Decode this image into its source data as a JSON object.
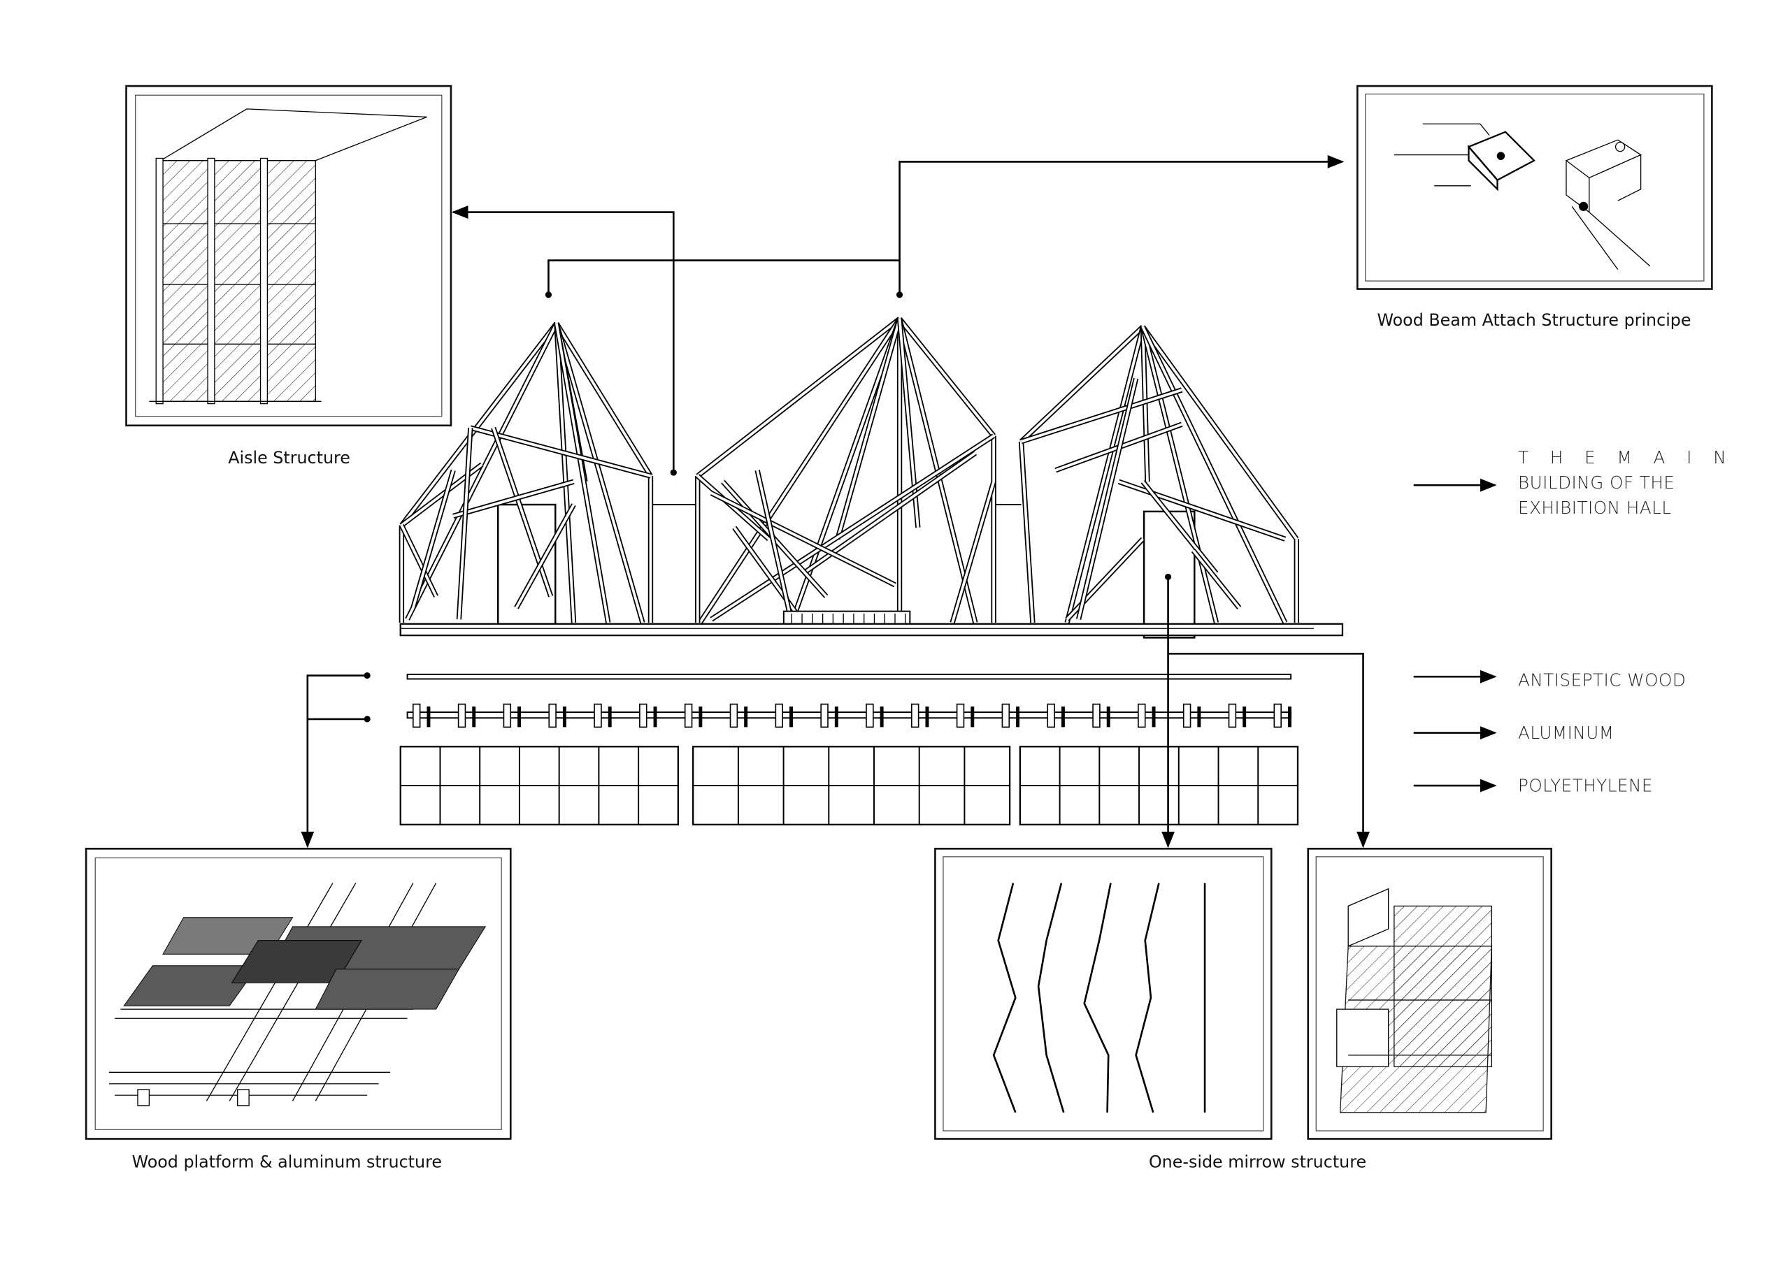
{
  "captions": {
    "aisle": "Aisle Structure",
    "wood_beam": "Wood Beam Attach Structure principe",
    "platform": "Wood platform & aluminum structure",
    "mirror": "One-side mirrow structure"
  },
  "legend": {
    "main_building": [
      "T H E   M A I N",
      "BUILDING OF THE",
      "EXHIBITION HALL"
    ],
    "items": [
      "ANTISEPTIC WOOD",
      "ALUMINUM",
      "POLYETHYLENE"
    ]
  },
  "colors": {
    "line": "#000000",
    "panel_dark": "#3a3a3a",
    "panel_mid": "#5a5a5a",
    "panel_light": "#7a7a7a"
  }
}
